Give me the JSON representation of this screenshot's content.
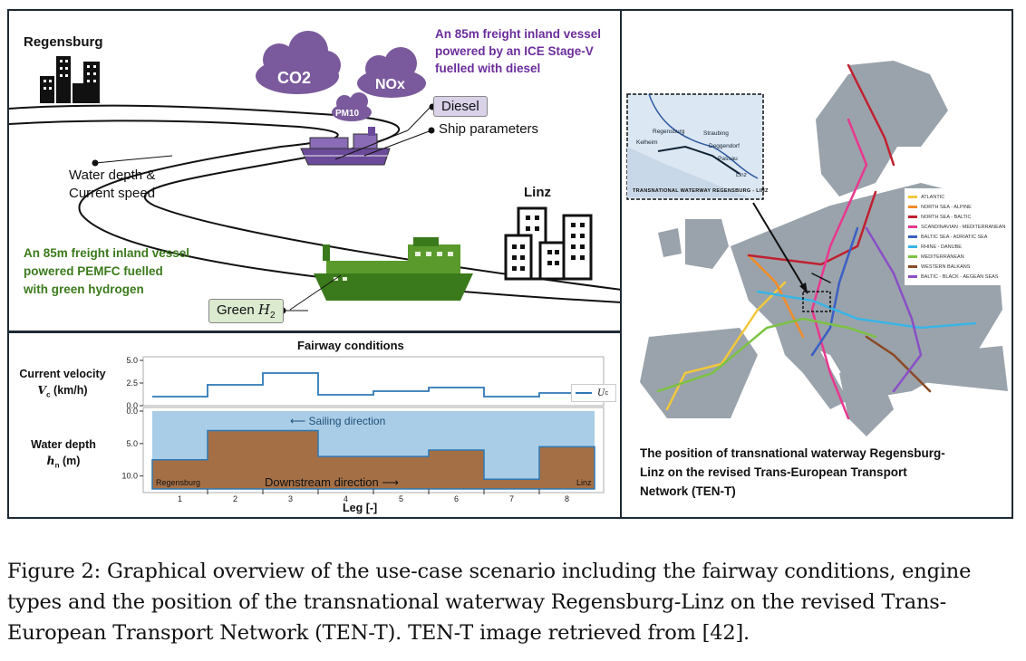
{
  "scenario": {
    "city_start": "Regensburg",
    "city_end": "Linz",
    "emission_co2": "CO2",
    "emission_nox": "NOx",
    "emission_pm10": "PM10",
    "diesel_label": "Diesel",
    "ship_params_label": "Ship parameters",
    "water_depth_label_1": "Water depth &",
    "water_depth_label_2": "Current speed",
    "diesel_vessel_1": "An 85m freight inland vessel",
    "diesel_vessel_2": "powered by an ICE Stage-V",
    "diesel_vessel_3": "fuelled with diesel",
    "h2_vessel_1": "An 85m freight inland vessel",
    "h2_vessel_2": "powered PEMFC fuelled",
    "h2_vessel_3": "with green hydrogen",
    "green_h2_prefix": "Green ",
    "green_h2_symbol": "H",
    "green_h2_subscript": "2",
    "colors": {
      "purple": "#6b2d9c",
      "green": "#3b7a1c",
      "cloud": "#7a5a9c"
    }
  },
  "fairway": {
    "title": "Fairway conditions",
    "vel_label_1": "Current velocity",
    "vel_label_2_sym": "V",
    "vel_label_2_sub": "c",
    "vel_label_2_unit": " (km/h)",
    "depth_label_1": "Water depth",
    "depth_label_2_sym": "h",
    "depth_label_2_sub": "n",
    "depth_label_2_unit": " (m)",
    "sailing_direction": "Sailing direction",
    "downstream_direction": "Downstream direction",
    "left_town": "Regensburg",
    "right_town": "Linz",
    "xlabel": "Leg [-]",
    "legend_sym": "U",
    "legend_sub": "c"
  },
  "chart_data": [
    {
      "type": "line",
      "title": "Fairway conditions",
      "ylabel": "Current velocity Vc (km/h)",
      "xlabel": "Leg [-]",
      "step": true,
      "categories": [
        "1",
        "2",
        "3",
        "4",
        "5",
        "6",
        "7",
        "8"
      ],
      "yticks": [
        "0.0",
        "2.5",
        "5.0"
      ],
      "ylim": [
        0,
        5
      ],
      "series": [
        {
          "name": "Uc",
          "values": [
            1.0,
            2.3,
            3.6,
            1.2,
            1.6,
            2.0,
            1.0,
            1.4
          ]
        }
      ],
      "legend": "right",
      "color": "#2f78b4"
    },
    {
      "type": "area",
      "ylabel": "Water depth hn (m)",
      "xlabel": "Leg [-]",
      "step": true,
      "categories": [
        "1",
        "2",
        "3",
        "4",
        "5",
        "6",
        "7",
        "8"
      ],
      "yticks": [
        "0.0",
        "5.0",
        "10.0"
      ],
      "ylim": [
        12,
        0
      ],
      "series": [
        {
          "values": [
            7.5,
            3.0,
            3.0,
            7.0,
            7.0,
            6.0,
            10.5,
            5.5
          ]
        }
      ],
      "colors": {
        "water": "#a9cde6",
        "bed": "#a56f45",
        "line": "#2f78b4"
      }
    }
  ],
  "tent": {
    "inset_labels": [
      "Regensburg",
      "Straubing",
      "Deggendorf",
      "Kelheim",
      "Passau",
      "Linz"
    ],
    "inset_caption": "TRANSNATIONAL WATERWAY REGENSBURG - LINZ",
    "legend": [
      {
        "label": "ATLANTIC",
        "color": "#f2c83b"
      },
      {
        "label": "NORTH SEA - ALPINE",
        "color": "#f28c28"
      },
      {
        "label": "NORTH SEA - BALTIC",
        "color": "#c0202f"
      },
      {
        "label": "SCANDINAVIAN - MEDITERRANEAN",
        "color": "#e8388f"
      },
      {
        "label": "BALTIC SEA - ADRIATIC SEA",
        "color": "#3b5fc4"
      },
      {
        "label": "RHINE - DANUBE",
        "color": "#39b4e6"
      },
      {
        "label": "MEDITERRANEAN",
        "color": "#7cc242"
      },
      {
        "label": "WESTERN BALKANS",
        "color": "#8b4a24"
      },
      {
        "label": "BALTIC - BLACK - AEGEAN SEAS",
        "color": "#8a4fc6"
      }
    ],
    "caption_1": "The position of transnational waterway Regensburg-",
    "caption_2": "Linz on the revised Trans-European Transport",
    "caption_3": "Network (TEN-T)"
  },
  "caption": "Figure 2: Graphical overview of the use-case scenario including the fairway conditions, engine types and the position of the transnational waterway Regensburg-Linz on the revised Trans-European Transport Network (TEN-T). TEN-T image retrieved from [42]."
}
